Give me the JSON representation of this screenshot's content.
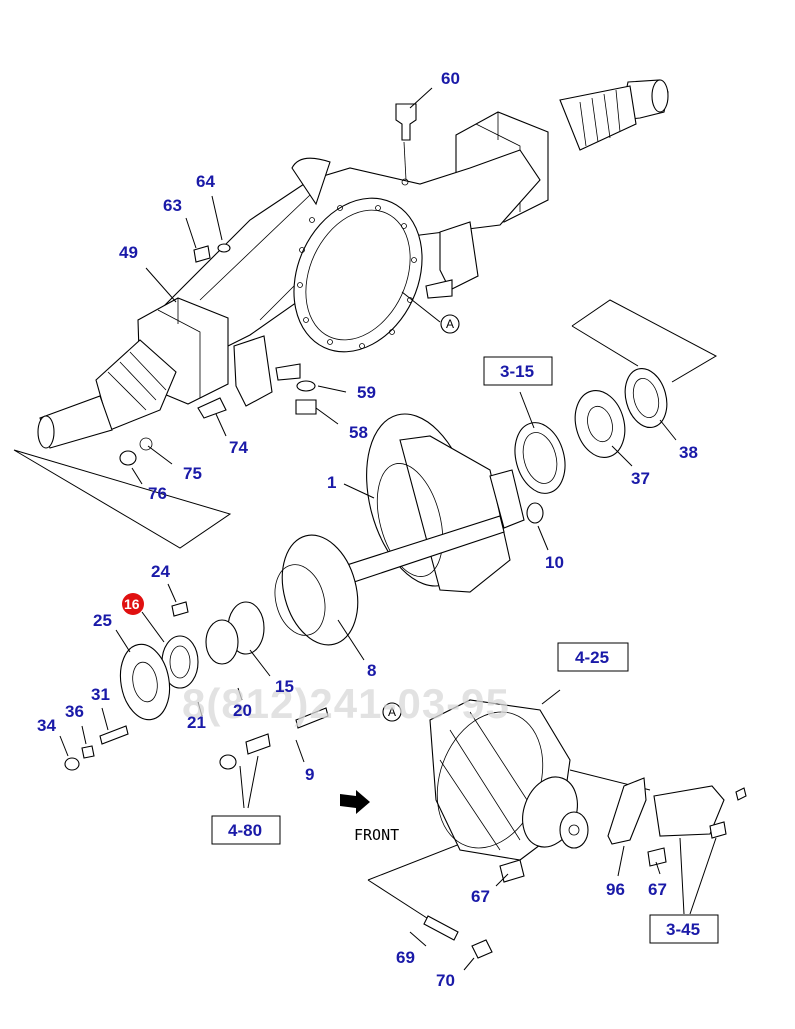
{
  "watermark": "8(812)241-03-95",
  "front_label": "FRONT",
  "ref_marker": "A",
  "highlight_color": "#e01010",
  "label_color": "#1a1aa8",
  "parts": {
    "p60": "60",
    "p64": "64",
    "p63": "63",
    "p49": "49",
    "p59": "59",
    "p58": "58",
    "p74": "74",
    "p75": "75",
    "p76": "76",
    "p1": "1",
    "p10": "10",
    "p37": "37",
    "p38": "38",
    "p24": "24",
    "p16": "16",
    "p25": "25",
    "p15": "15",
    "p8": "8",
    "p31": "31",
    "p36": "36",
    "p34": "34",
    "p21": "21",
    "p20": "20",
    "p9": "9",
    "p67a": "67",
    "p67b": "67",
    "p96": "96",
    "p69": "69",
    "p70": "70"
  },
  "boxed_refs": {
    "r315": "3-15",
    "r425": "4-25",
    "r480": "4-80",
    "r345": "3-45"
  }
}
